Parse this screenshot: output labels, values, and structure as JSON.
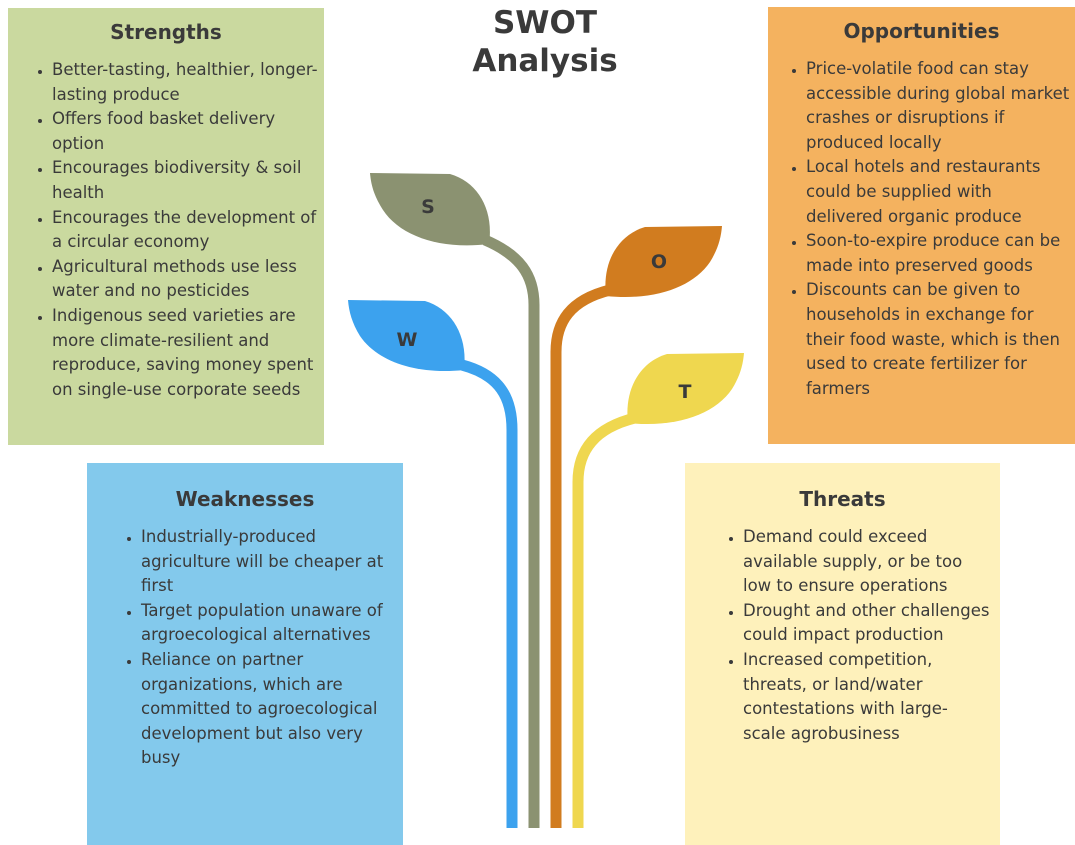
{
  "title": {
    "line1": "SWOT",
    "line2": "Analysis"
  },
  "colors": {
    "strengths": "#cad99f",
    "weaknesses": "#83c9ec",
    "opportunities": "#f4b25f",
    "threats": "#fef1bb",
    "stem_s": "#8b9271",
    "stem_w": "#3ca2ee",
    "stem_o": "#d17c1f",
    "stem_t": "#efd74f"
  },
  "leaves": {
    "s": "S",
    "w": "W",
    "o": "O",
    "t": "T"
  },
  "strengths": {
    "heading": "Strengths",
    "items": [
      "Better-tasting, healthier, longer-lasting produce",
      "Offers food basket delivery option",
      "Encourages biodiversity & soil health",
      "Encourages the development of a circular economy",
      "Agricultural methods use less water and no pesticides",
      "Indigenous seed varieties are more climate-resilient and reproduce, saving money spent on single-use corporate seeds"
    ]
  },
  "weaknesses": {
    "heading": "Weaknesses",
    "items": [
      "Industrially-produced agriculture will be cheaper at first",
      "Target population unaware of argroecological alternatives",
      "Reliance on partner organizations, which are committed to agroecological development but also very busy"
    ]
  },
  "opportunities": {
    "heading": "Opportunities",
    "items": [
      "Price-volatile food can stay accessible during global market crashes or disruptions if produced locally",
      "Local hotels and restaurants could be supplied with delivered organic produce",
      "Soon-to-expire produce can be made into preserved goods",
      "Discounts can be given to households in exchange for their food waste, which is then used to create fertilizer for farmers"
    ]
  },
  "threats": {
    "heading": "Threats",
    "items": [
      "Demand could exceed available supply, or be too low to ensure operations",
      "Drought and other challenges could impact production",
      "Increased competition, threats, or land/water contestations with large-scale agrobusiness"
    ]
  }
}
